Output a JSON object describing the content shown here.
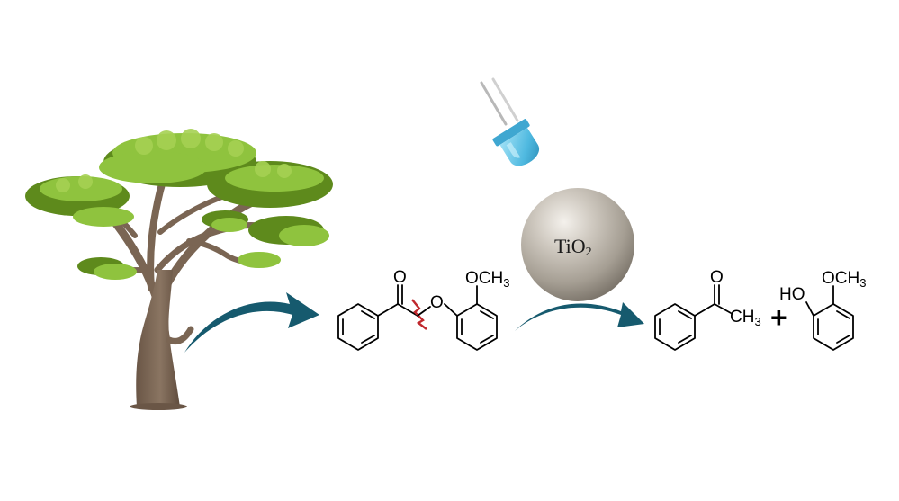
{
  "catalyst": {
    "label_main": "TiO",
    "label_sub": "2"
  },
  "reactant": {
    "substituent": {
      "main": "OCH",
      "sub": "3"
    },
    "carbonyl_oxygen": "O",
    "ether_oxygen": "O"
  },
  "products": {
    "acetophenone": {
      "carbonyl_oxygen": "O",
      "methyl": {
        "main": "CH",
        "sub": "3"
      }
    },
    "plus_sign": "+",
    "guaiacol": {
      "hydroxyl": "HO",
      "substituent": {
        "main": "OCH",
        "sub": "3"
      }
    }
  },
  "colors": {
    "arrow": "#165a6e",
    "cleavage_mark": "#c0282d",
    "tree_trunk": "#7a6553",
    "foliage_light": "#8fc33e",
    "foliage_dark": "#5e8a1c",
    "led_body": "#5cc3e6",
    "sphere": "#b5aea4"
  },
  "icons": [
    "tree-icon",
    "led-light-icon",
    "tio2-sphere-icon"
  ]
}
